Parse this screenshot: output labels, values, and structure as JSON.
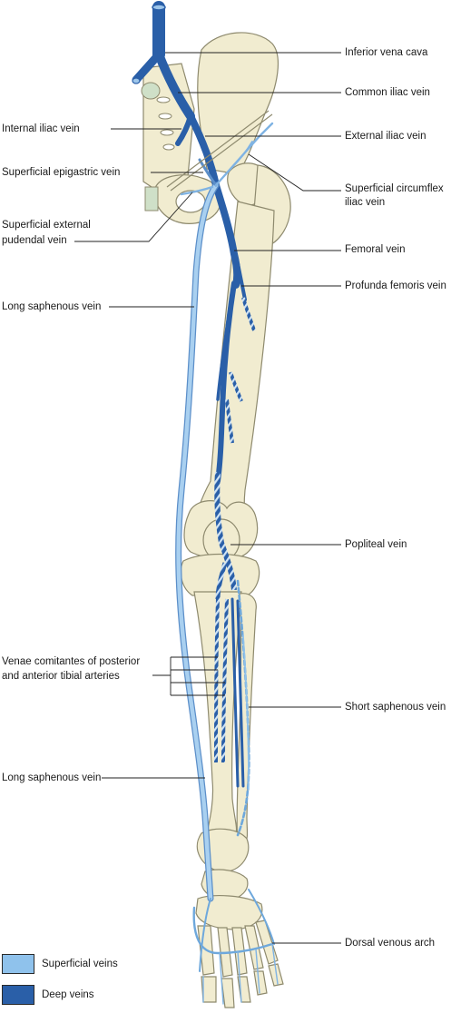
{
  "labels": {
    "inferior_vena_cava": "Inferior vena cava",
    "common_iliac_vein": "Common iliac vein",
    "internal_iliac_vein": "Internal iliac vein",
    "external_iliac_vein": "External iliac vein",
    "superficial_epigastric_vein": "Superficial epigastric vein",
    "superficial_circumflex_line1": "Superficial circumflex",
    "superficial_circumflex_line2": "iliac vein",
    "superficial_external_pudendal_line1": "Superficial external",
    "superficial_external_pudendal_line2": "pudendal vein",
    "femoral_vein": "Femoral vein",
    "profunda_femoris_vein": "Profunda femoris vein",
    "long_saphenous_vein_upper": "Long saphenous vein",
    "popliteal_vein": "Popliteal vein",
    "venae_comitantes_line1": "Venae comitantes of posterior",
    "venae_comitantes_line2": "and anterior tibial arteries",
    "short_saphenous_vein": "Short saphenous vein",
    "long_saphenous_vein_lower": "Long saphenous vein",
    "dorsal_venous_arch": "Dorsal venous arch"
  },
  "legend": [
    {
      "label": "Superficial veins",
      "color": "#8fc2ec"
    },
    {
      "label": "Deep veins",
      "color": "#2a5fa8"
    }
  ],
  "colors": {
    "bone_fill": "#f1ecd0",
    "bone_outline": "#8e8a6e",
    "superficial_vein": "#8fc2ec",
    "deep_vein": "#2a5fa8",
    "leader_line": "#222222"
  }
}
